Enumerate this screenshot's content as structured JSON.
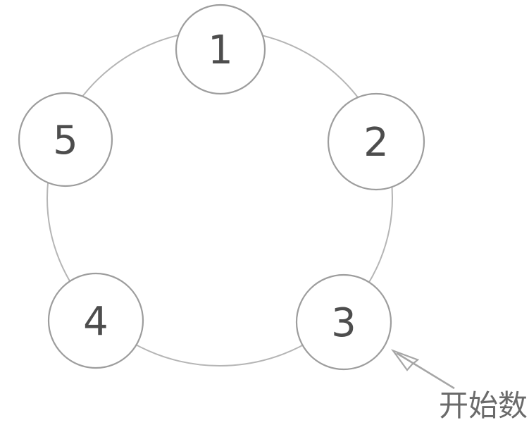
{
  "diagram": {
    "nodes": [
      {
        "label": "1"
      },
      {
        "label": "2"
      },
      {
        "label": "3"
      },
      {
        "label": "4"
      },
      {
        "label": "5"
      }
    ],
    "annotation": {
      "label": "开始数"
    },
    "colors": {
      "background": "#ffffff",
      "ring_stroke": "#b5b5b5",
      "node_stroke": "#9d9d9d",
      "node_fill": "#ffffff",
      "number_text": "#4d4d4d",
      "arrow": "#a6a6a6",
      "annotation_text": "#6a6a6a"
    }
  }
}
